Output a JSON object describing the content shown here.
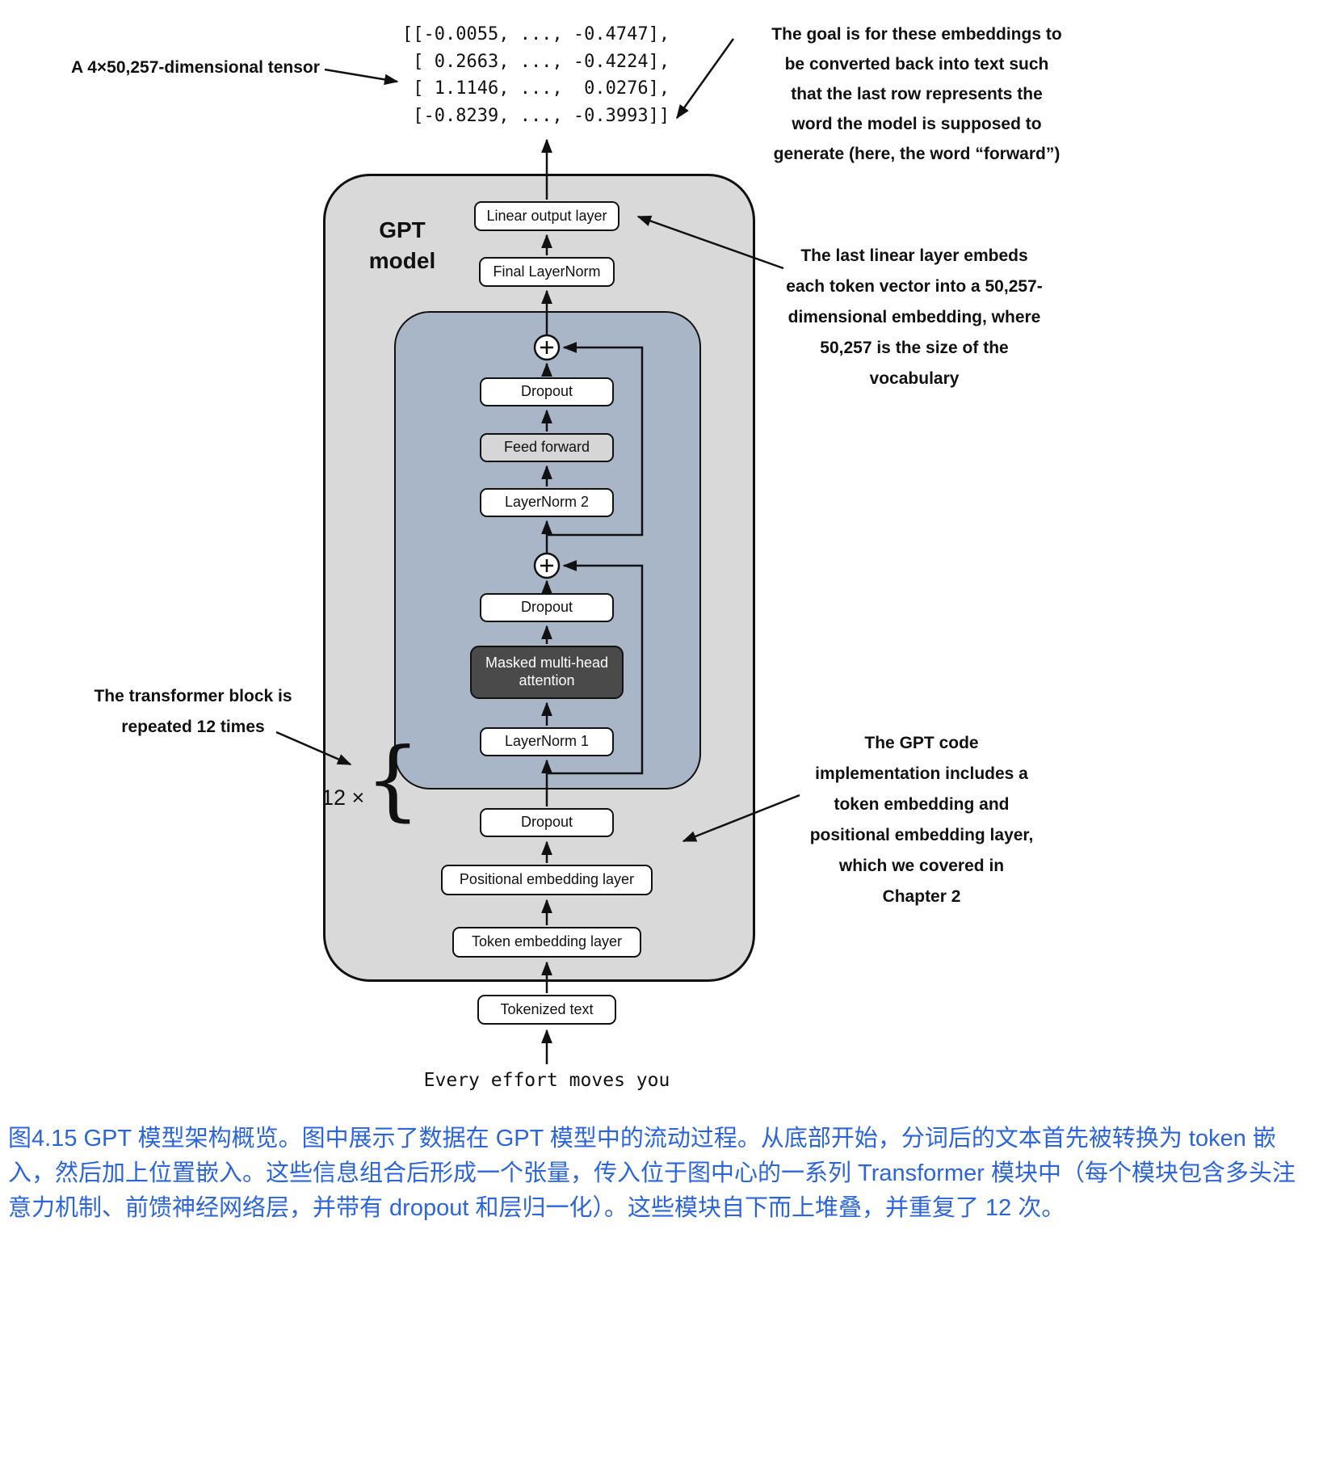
{
  "tensor": {
    "lines": [
      "[[-0.0055, ..., -0.4747],",
      " [ 0.2663, ..., -0.4224],",
      " [ 1.1146, ...,  0.0276],",
      " [-0.8239, ..., -0.3993]]"
    ]
  },
  "annotations": {
    "tensor_label": "A 4×50,257-dimensional tensor",
    "goal": [
      "The goal is for these embeddings to",
      "be converted back into text such",
      "that the last row represents the",
      "word the model is supposed to",
      "generate (here, the word “forward”)"
    ],
    "linear_layer": [
      "The last linear layer embeds",
      "each token vector into a 50,257-",
      "dimensional embedding, where",
      "50,257 is the size of the",
      "vocabulary"
    ],
    "transformer_repeat": [
      "The transformer block is",
      "repeated 12 times"
    ],
    "repeat_count": "12 ×",
    "brace": "{",
    "gpt_code": [
      "The GPT code",
      "implementation includes a",
      "token embedding and",
      "positional embedding layer,",
      "which we covered in",
      "Chapter 2"
    ]
  },
  "model": {
    "title": [
      "GPT",
      "model"
    ],
    "boxes": {
      "linear_output": "Linear output layer",
      "final_layernorm": "Final LayerNorm",
      "dropout_top": "Dropout",
      "feed_forward": "Feed forward",
      "layernorm2": "LayerNorm 2",
      "dropout_mid": "Dropout",
      "masked_attention": "Masked multi-head attention",
      "layernorm1": "LayerNorm 1",
      "dropout_bottom": "Dropout",
      "positional_embedding": "Positional embedding layer",
      "token_embedding": "Token embedding layer",
      "tokenized_text": "Tokenized text"
    }
  },
  "input_text": "Every effort moves you",
  "caption": "图4.15 GPT 模型架构概览。图中展示了数据在 GPT 模型中的流动过程。从底部开始，分词后的文本首先被转换为 token 嵌入，然后加上位置嵌入。这些信息组合后形成一个张量，传入位于图中心的一系列 Transformer 模块中（每个模块包含多头注意力机制、前馈神经网络层，并带有 dropout 和层归一化）。这些模块自下而上堆叠，并重复了 12 次。",
  "colors": {
    "outer_box_fill": "#d9d9d9",
    "inner_box_fill": "#a9b6c8",
    "attention_box_fill": "#4a4a4a",
    "feed_forward_fill": "#d6d6d6",
    "caption_color": "#2b65d9"
  }
}
